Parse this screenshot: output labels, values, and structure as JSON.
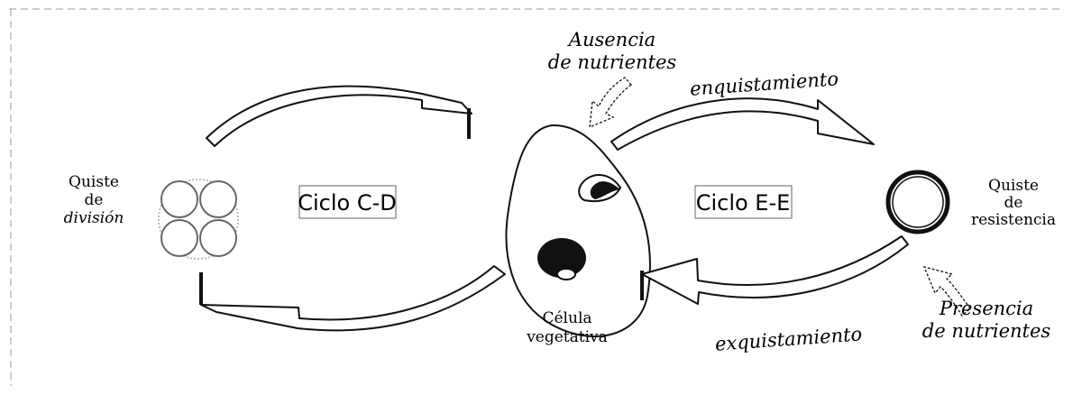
{
  "labels": {
    "top_stimulus": [
      "Ausencia",
      "de nutrientes"
    ],
    "bottom_stimulus": [
      "Presencia",
      "de nutrientes"
    ],
    "division_cyst": [
      "Quiste",
      "de",
      "división"
    ],
    "resistance_cyst": [
      "Quiste",
      "de",
      "resistencia"
    ],
    "vegetative_cell": [
      "Célula",
      "vegetativa"
    ],
    "cycle_cd": "Ciclo C-D",
    "cycle_ee": "Ciclo E-E",
    "encystment": "enquistamiento",
    "excystment": "exquistamiento"
  }
}
